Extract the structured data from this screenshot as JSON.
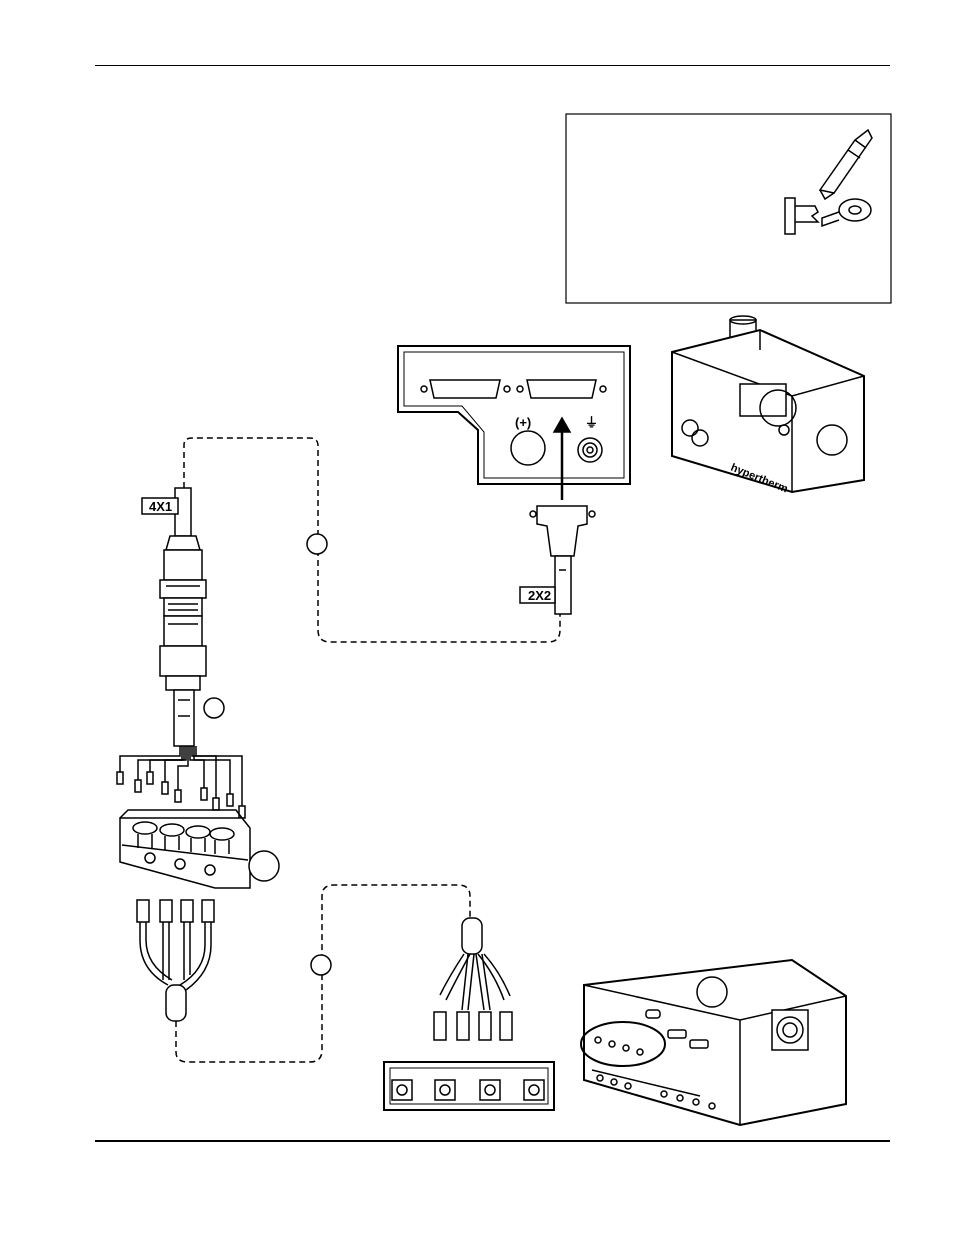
{
  "labels": {
    "cable_a_tag": "4X1",
    "cable_b_tag": "2X2",
    "brand": "hypertherm",
    "polarity_symbol": "(+)",
    "ground_symbol": "⏚"
  },
  "icons": [
    "pen-icon",
    "cable-marker-icon",
    "tape-roll-icon",
    "ground-icon"
  ]
}
